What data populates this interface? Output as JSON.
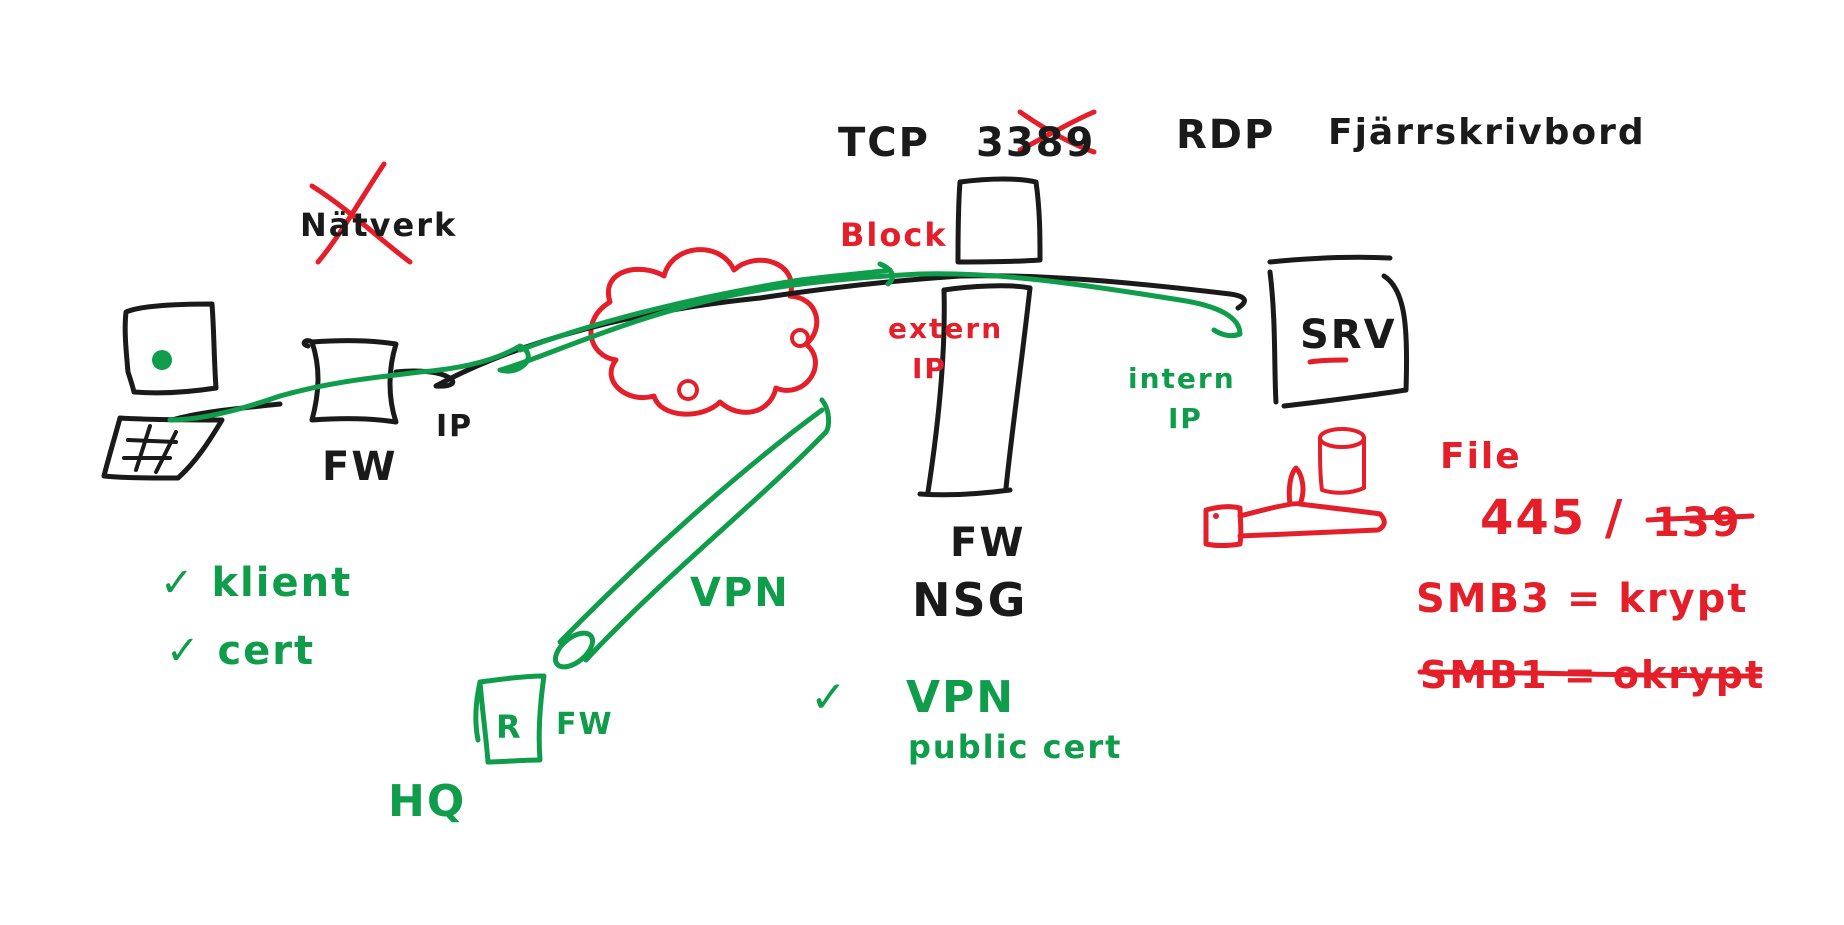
{
  "colors": {
    "ink": "#1a1a1a",
    "red": "#e41f2a",
    "green": "#0f9d4b",
    "background": "#ffffff"
  },
  "labels": {
    "tcp": "TCP",
    "port_struck": "3389",
    "rdp": "RDP",
    "fjarr": "Fjärrskrivbord",
    "natverk_struck": "Nätverk",
    "block": "Block",
    "extern_ip": "extern",
    "extern_ip2": "IP",
    "intern_ip": "intern",
    "intern_ip2": "IP",
    "srv": "SRV",
    "fw_left": "FW",
    "ip_left": "IP",
    "fw_center": "FW",
    "nsg": "NSG",
    "klient": "✓ klient",
    "cert": "✓ cert",
    "vpn_tunnel": "VPN",
    "router": "R",
    "fw_hq": "FW",
    "hq": "HQ",
    "vpn_check": "✓",
    "vpn_main": "VPN",
    "public_cert": "public cert",
    "file": "File",
    "port_445": "445 /",
    "port_139_struck": "139",
    "smb3": "SMB3 = krypt",
    "smb1_struck": "SMB1 = okrypt"
  },
  "icons": {
    "laptop": "laptop-icon",
    "cloud": "internet-cloud-icon",
    "server": "server-icon",
    "database": "database-icon",
    "hand": "hand-icon"
  }
}
